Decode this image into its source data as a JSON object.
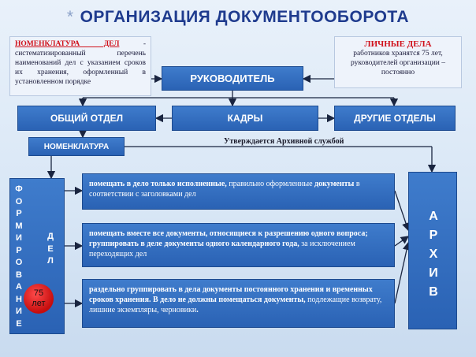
{
  "title": {
    "star": "*",
    "text": "ОРГАНИЗАЦИЯ ДОКУМЕНТООБОРОТА"
  },
  "note_left": {
    "head": "НОМЕНКЛАТУРА ДЕЛ",
    "dash": " -",
    "body": "систематизированный перечень наименований дел с указанием сроков их хранения, оформленный в установленном порядке"
  },
  "note_right": {
    "head": "ЛИЧНЫЕ ДЕЛА",
    "body": "работников хранятся 75 лет, руководителей организации – постоянно"
  },
  "boxes": {
    "director": "РУКОВОДИТЕЛЬ",
    "general": "ОБЩИЙ ОТДЕЛ",
    "hr": "КАДРЫ",
    "other": "ДРУГИЕ ОТДЕЛЫ",
    "nomenclature": "НОМЕНКЛАТУРА"
  },
  "approve": "Утверждается Архивной службой",
  "forming": {
    "letters": [
      "Ф",
      "О",
      "Р",
      "М",
      "И",
      "Р",
      "О",
      "В",
      "А",
      "Н",
      "И",
      "Е"
    ],
    "dela": [
      "Д",
      "Е",
      "Л"
    ]
  },
  "badge": {
    "num": "75",
    "unit": "лет"
  },
  "archive": [
    "А",
    "Р",
    "Х",
    "И",
    "В"
  ],
  "rules": [
    {
      "bold": "помещать в дело только исполненные,",
      "rest": " правильно оформленные",
      "bold2": " документы",
      "rest2": " в соответствии с заголовками дел"
    },
    {
      "bold": "помещать вместе все документы, относящиеся к разрешению одного вопроса; группировать в деле документы одного календарного года,",
      "rest": " за исключением переходящих дел"
    },
    {
      "bold": "раздельно группировать в дела документы постоянного хранения и временных сроков хранения.",
      "bold2": " В дело не должны помещаться документы,",
      "rest2": " подлежащие возврату, лишние экземпляры, черновики",
      "tail": "."
    }
  ]
}
